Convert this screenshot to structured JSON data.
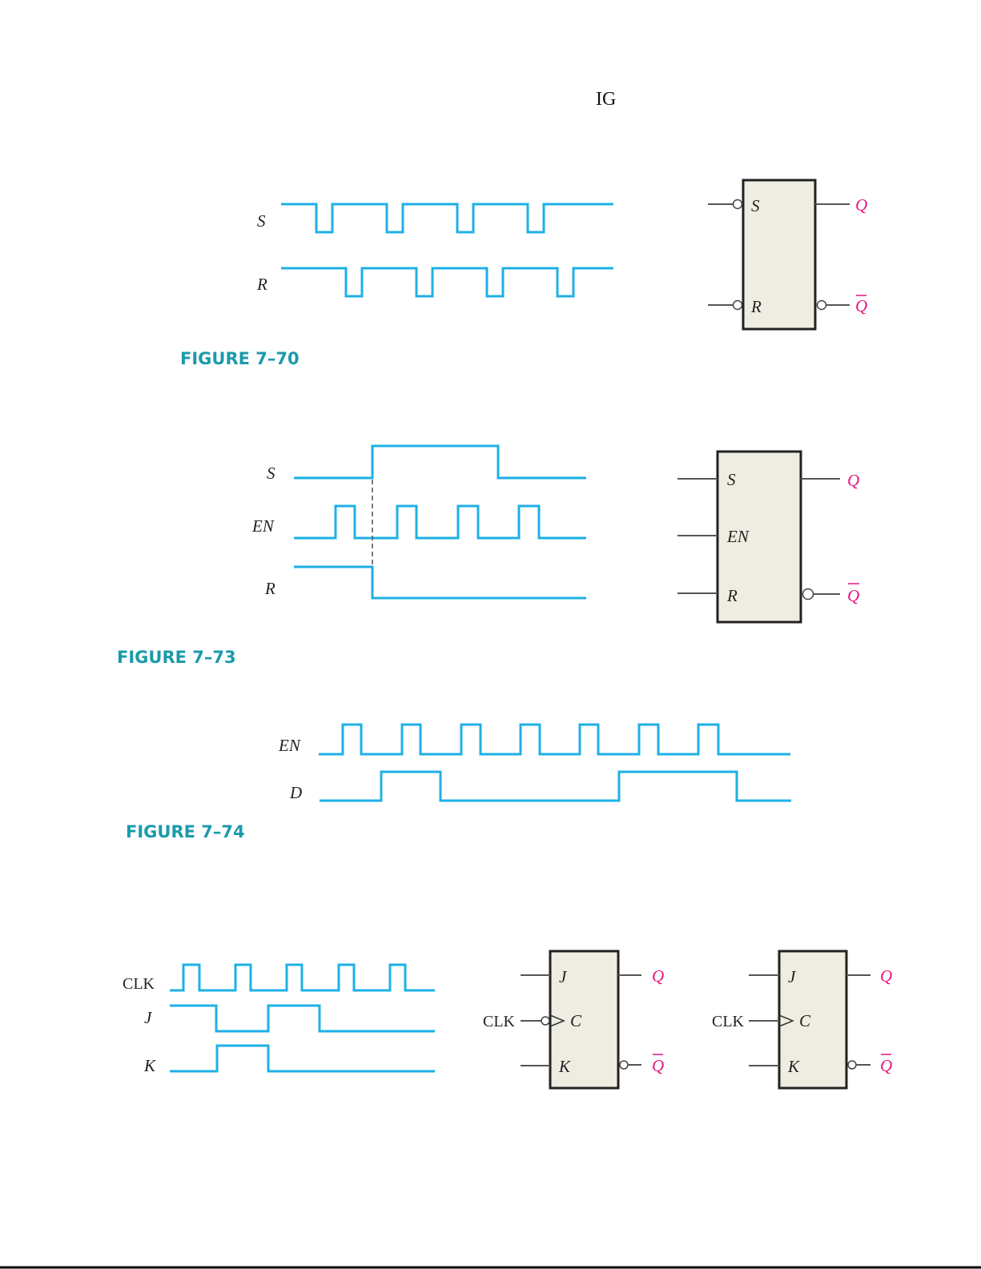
{
  "header_fragment": "IG",
  "colors": {
    "waveform": "#1eb0e6",
    "output_label": "#e6157f",
    "figure_label": "#1a9aab",
    "box_fill": "#efece1"
  },
  "fig70": {
    "caption": "FIGURE 7–70",
    "wave_labels": [
      "S",
      "R"
    ],
    "box": {
      "inputs": [
        "S",
        "R"
      ],
      "outputs": [
        "Q",
        "Q"
      ]
    }
  },
  "fig73": {
    "caption": "FIGURE 7–73",
    "wave_labels": [
      "S",
      "EN",
      "R"
    ],
    "box": {
      "inputs": [
        "S",
        "EN",
        "R"
      ],
      "outputs": [
        "Q",
        "Q"
      ]
    }
  },
  "fig74": {
    "caption": "FIGURE 7–74",
    "wave_labels": [
      "EN",
      "D"
    ]
  },
  "fig_jk": {
    "wave_labels": [
      "CLK",
      "J",
      "K"
    ],
    "box1": {
      "inputs": [
        "J",
        "C",
        "K"
      ],
      "clk": "CLK",
      "outputs": [
        "Q",
        "Q"
      ]
    },
    "box2": {
      "inputs": [
        "J",
        "C",
        "K"
      ],
      "clk": "CLK",
      "outputs": [
        "Q",
        "Q"
      ]
    }
  }
}
